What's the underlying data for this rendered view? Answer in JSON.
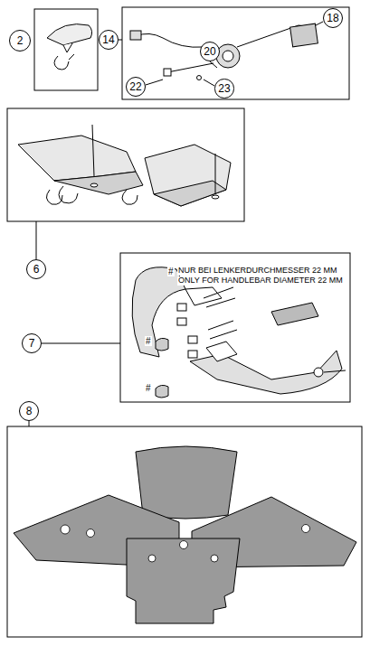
{
  "diagram": {
    "nodes": [
      {
        "text": [
          "2"
        ]
      },
      {
        "text": [
          "14"
        ]
      },
      {
        "text": [
          "20"
        ]
      },
      {
        "text": [
          "18"
        ]
      },
      {
        "text": [
          "22"
        ]
      },
      {
        "text": [
          "23"
        ]
      },
      {
        "text": [
          "6"
        ]
      },
      {
        "text": [
          "7"
        ]
      },
      {
        "text": [
          "8"
        ]
      }
    ],
    "labels": [
      "#",
      "NUR BEI LENKERDURCHMESSER 22 MM",
      "ONLY FOR HANDLEBAR DIAMETER 22 MM",
      "#",
      "#"
    ]
  }
}
